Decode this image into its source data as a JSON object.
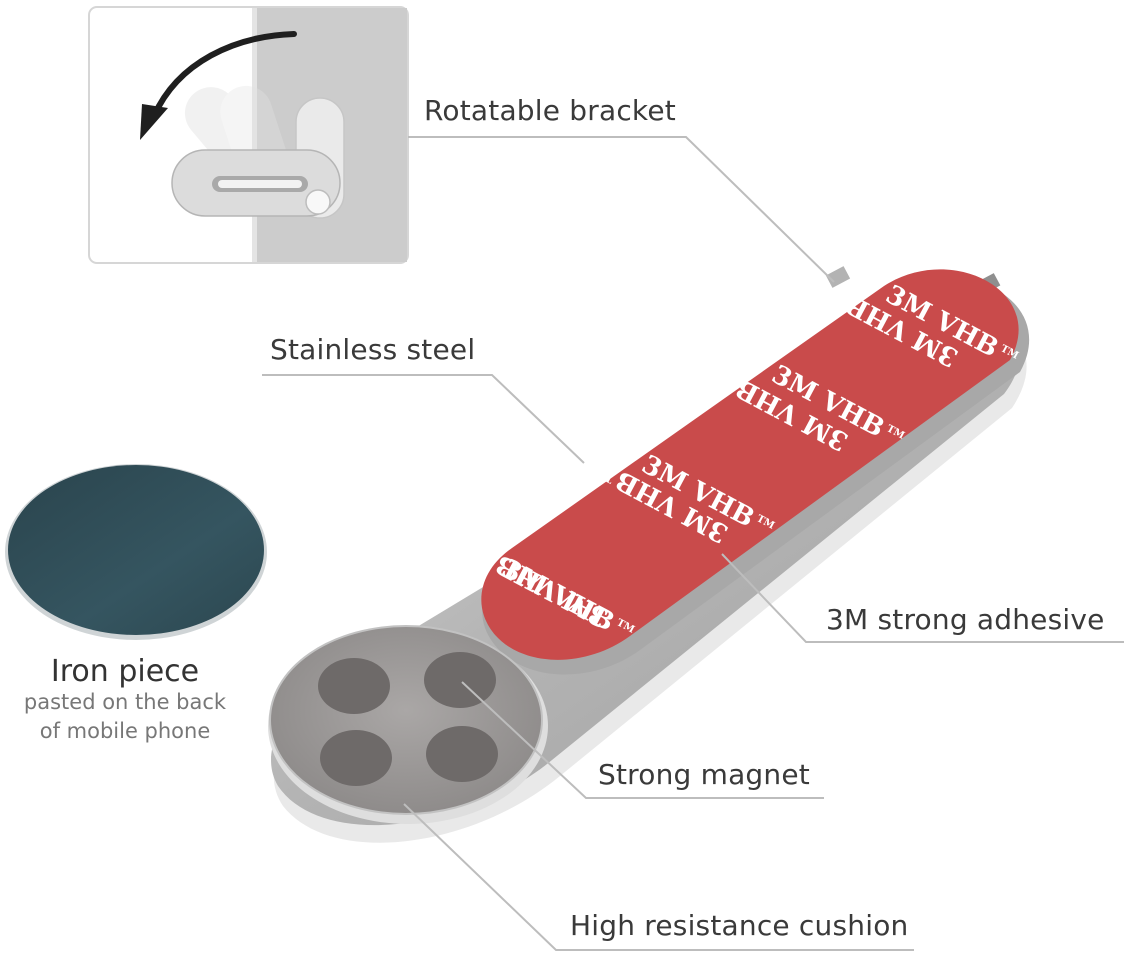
{
  "labels": {
    "rotatable_bracket": "Rotatable bracket",
    "stainless_steel": "Stainless steel",
    "adhesive": "3M strong adhesive",
    "magnet": "Strong magnet",
    "cushion": "High resistance cushion"
  },
  "iron_piece": {
    "title": "Iron piece",
    "desc_line1": "pasted on the back",
    "desc_line2": "of mobile phone"
  },
  "tape_text": "3M VHB",
  "tm": "TM",
  "colors": {
    "adhesive_red": "#c94b4b",
    "steel": "#b9b9b9",
    "iron_disc": "#2f4a53",
    "magnet": "#6e6a69"
  }
}
